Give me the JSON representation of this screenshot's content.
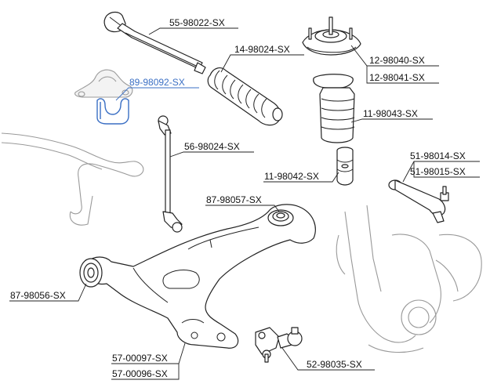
{
  "labels": {
    "tie_rod": "55-98022-SX",
    "boot": "14-98024-SX",
    "mount_a": "12-98040-SX",
    "mount_b": "12-98041-SX",
    "stab_bushing": "89-98092-SX",
    "dust_cover": "11-98043-SX",
    "stab_link": "56-98024-SX",
    "bump_stop": "11-98042-SX",
    "tie_rod_end_a": "51-98014-SX",
    "tie_rod_end_b": "51-98015-SX",
    "rear_bushing": "87-98057-SX",
    "front_bushing": "87-98056-SX",
    "control_arm_a": "57-00097-SX",
    "control_arm_b": "57-00096-SX",
    "ball_joint": "52-98035-SX"
  },
  "colors": {
    "highlight": "#3a6fc4",
    "line": "#222222",
    "ghost": "#999999"
  }
}
